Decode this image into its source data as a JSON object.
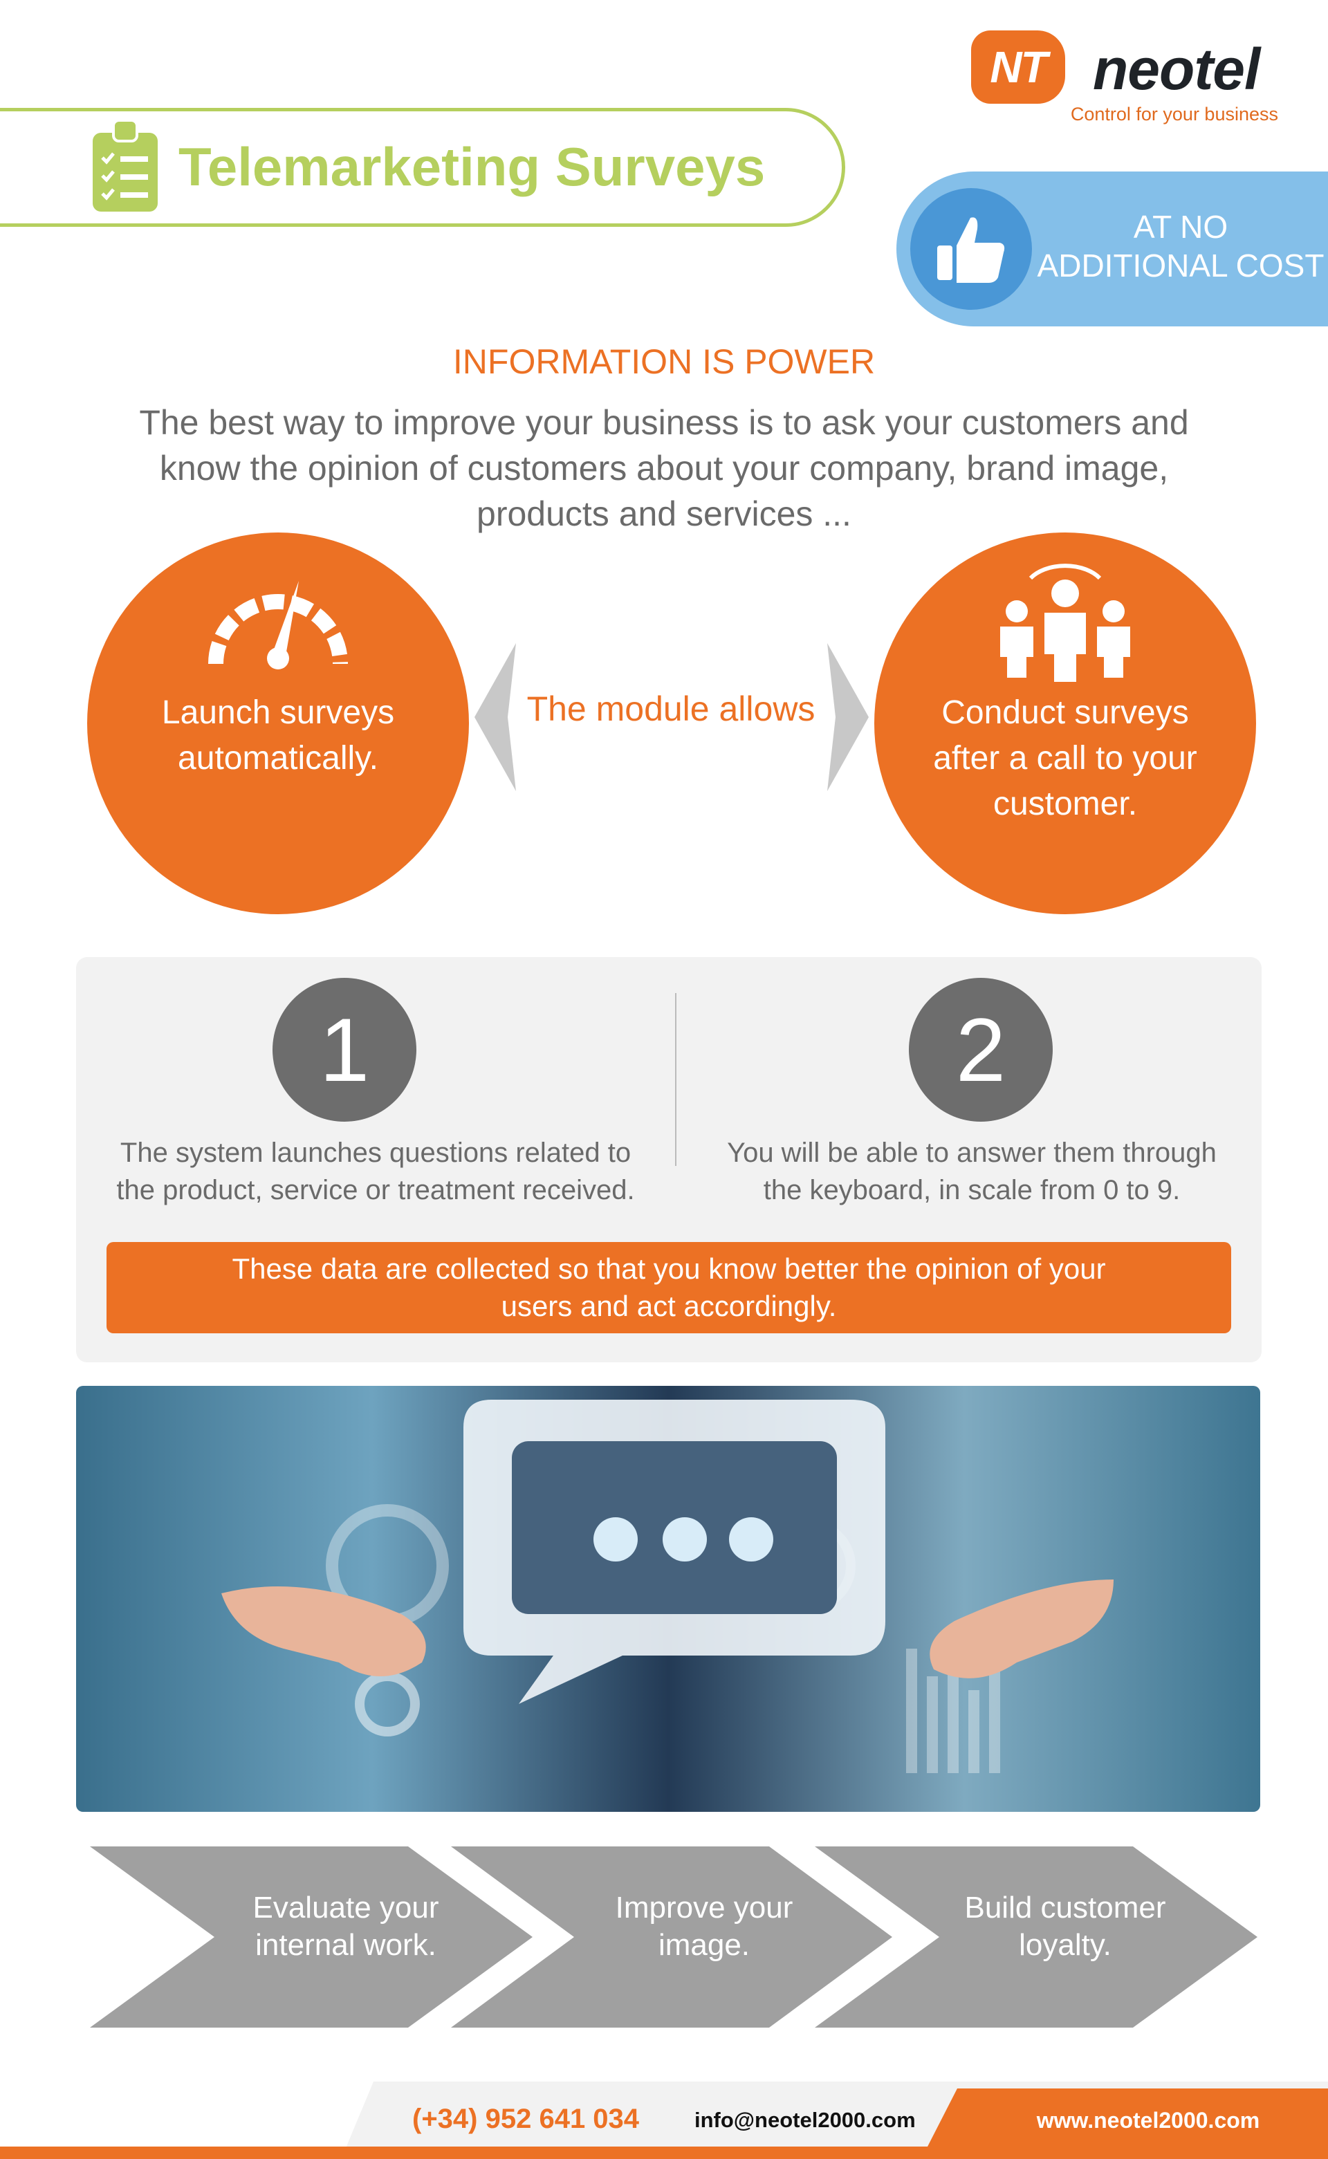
{
  "brand": {
    "logo_mark": "NT",
    "name": "neotel",
    "tagline": "Control for your business",
    "orange": "#ec7124",
    "green": "#b5cf5e",
    "blue": "#84bfe9"
  },
  "header": {
    "title": "Telemarketing Surveys",
    "badge_line1": "AT NO",
    "badge_line2": "ADDITIONAL COST"
  },
  "intro": {
    "heading": "INFORMATION IS POWER",
    "line1": "The best way to improve your business is to ask your customers and",
    "line2": "know the opinion of customers about your company, brand image,",
    "line3": "products and services ..."
  },
  "module": {
    "label": "The module allows",
    "left_line1": "Launch surveys",
    "left_line2": "automatically.",
    "right_line1": "Conduct surveys",
    "right_line2": "after a call to your",
    "right_line3": "customer."
  },
  "steps": [
    {
      "number": "1",
      "line1": "The system launches questions related to",
      "line2": "the product, service or treatment received."
    },
    {
      "number": "2",
      "line1": "You will be able to answer them through",
      "line2": "the keyboard, in scale from 0 to 9."
    }
  ],
  "summary": {
    "line1": "These data are collected so that you know better the opinion of your",
    "line2": "users and act accordingly."
  },
  "benefits": [
    {
      "line1": "Evaluate your",
      "line2": "internal work."
    },
    {
      "line1": "Improve your",
      "line2": "image."
    },
    {
      "line1": "Build customer",
      "line2": "loyalty."
    }
  ],
  "footer": {
    "phone": "(+34) 952 641 034",
    "email": "info@neotel2000.com",
    "website": "www.neotel2000.com"
  }
}
